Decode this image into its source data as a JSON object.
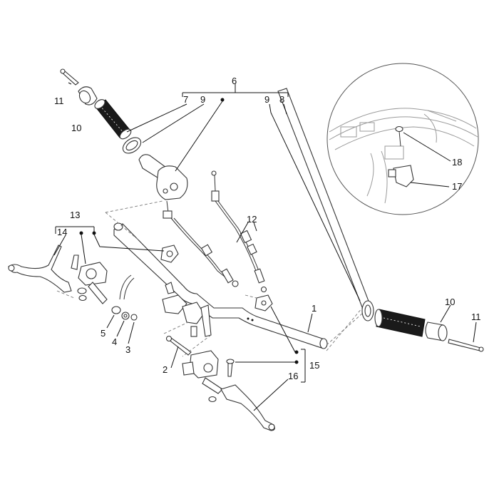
{
  "callouts": {
    "c1": "1",
    "c2": "2",
    "c3": "3",
    "c4": "4",
    "c5": "5",
    "c6": "6",
    "c7": "7",
    "c8": "8",
    "c9a": "9",
    "c9b": "9",
    "c10l": "10",
    "c10r": "10",
    "c11l": "11",
    "c11r": "11",
    "c12": "12",
    "c13": "13",
    "c14": "14",
    "c15": "15",
    "c16": "16",
    "c17": "17",
    "c18": "18"
  }
}
